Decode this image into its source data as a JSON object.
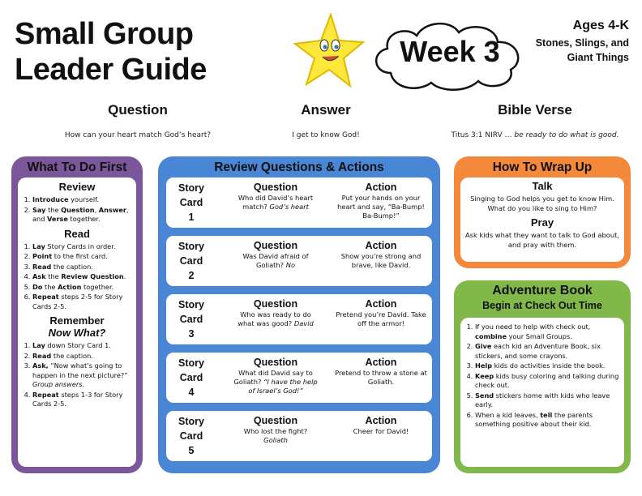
{
  "header": {
    "title_line1": "Small Group",
    "title_line2": "Leader Guide",
    "week": "Week 3",
    "ages": "Ages 4-K",
    "series_line1": "Stones, Slings, and",
    "series_line2": "Giant Things"
  },
  "summary": {
    "question_head": "Question",
    "question_text": "How can your heart match God’s heart?",
    "answer_head": "Answer",
    "answer_text": "I get to know God!",
    "verse_head": "Bible Verse",
    "verse_ref": "Titus 3:1 NIRV …",
    "verse_text": "be ready to do what is good."
  },
  "what_to_do": {
    "title": "What To Do First",
    "review_head": "Review",
    "review": [
      {
        "b": "Introduce",
        "t": " yourself."
      },
      {
        "b": "Say",
        "t": " the ",
        "b2": "Question",
        "t2": ", "
      },
      {
        "b": "Answer",
        "t": ", and ",
        "b2": "Verse",
        "t2": " together."
      }
    ],
    "read_head": "Read",
    "read": [
      {
        "b": "Lay",
        "t": " Story Cards in order."
      },
      {
        "b": "Point",
        "t": " to the first card."
      },
      {
        "b": "Read",
        "t": " the caption."
      },
      {
        "b": "Ask",
        "t": " the ",
        "b2": "Review Question",
        "t2": "."
      },
      {
        "b": "Do",
        "t": " the ",
        "b2": "Action",
        "t2": " together."
      },
      {
        "b": "Repeat",
        "t": " steps 2-5 for Story Cards 2-5."
      }
    ],
    "remember_head": "Remember",
    "now_what": "Now What?",
    "remember": [
      {
        "b": "Lay",
        "t": " down Story Card 1."
      },
      {
        "b": "Read",
        "t": " the caption."
      },
      {
        "b": "Ask,",
        "t": " “Now what’s going to happen in the next picture?” ",
        "i": "Group answers."
      },
      {
        "b": "Repeat",
        "t": " steps 1-3 for Story Cards 2-5."
      }
    ]
  },
  "review_qa": {
    "title": "Review Questions & Actions",
    "story": "Story",
    "card": "Card",
    "question_head": "Question",
    "action_head": "Action",
    "cards": [
      {
        "num": "1",
        "q": "Who did David’s heart match?",
        "qa": "God’s heart",
        "a": "Put your hands on your heart and say, “Ba-Bump! Ba-Bump!”"
      },
      {
        "num": "2",
        "q": "Was David afraid of Goliath?",
        "qa": "No",
        "a": "Show you’re strong and brave, like David."
      },
      {
        "num": "3",
        "q": "Who was ready to do what was good?",
        "qa": "David",
        "a": "Pretend you’re David. Take off the armor!"
      },
      {
        "num": "4",
        "q": "What did David say to Goliath?",
        "qa": "“I have the help of Israel’s God!”",
        "a": "Pretend to throw a stone at Goliath."
      },
      {
        "num": "5",
        "q": "Who lost the fight?",
        "qa": "Goliath",
        "a": "Cheer for David!"
      }
    ]
  },
  "wrap_up": {
    "title": "How To Wrap Up",
    "talk_head": "Talk",
    "talk_text": "Singing to God helps you get to know Him. What do you like to sing to Him?",
    "pray_head": "Pray",
    "pray_text": "Ask kids what they want to talk to God about, and pray with them."
  },
  "adventure": {
    "title": "Adventure Book",
    "subtitle": "Begin at Check Out Time",
    "items": [
      {
        "t": "If you need to help with check out, ",
        "b": "combine",
        "t2": " your Small Groups."
      },
      {
        "b": "Give",
        "t": " each kid an Adventure Book, six stickers, and some crayons."
      },
      {
        "b": "Help",
        "t": " kids do activities inside the book."
      },
      {
        "b": "Keep",
        "t": " kids busy coloring and talking during check out."
      },
      {
        "b": "Send",
        "t": " stickers home with kids who leave early."
      },
      {
        "t": "When a kid leaves, ",
        "b": "tell",
        "t2": " the parents something positive about their kid."
      }
    ]
  },
  "colors": {
    "purple": "#7b569a",
    "blue": "#4a86d6",
    "orange": "#f4893b",
    "green": "#80b84a",
    "star": "#ffe83a"
  }
}
